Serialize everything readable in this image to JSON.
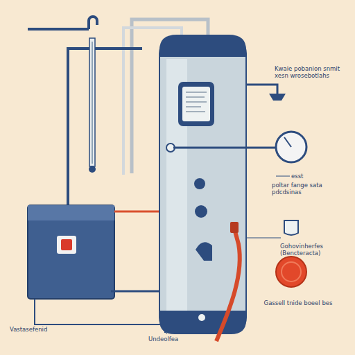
{
  "diagram": {
    "labels": [
      "Kwaie pobanion snmit xesn wrosebotlahs",
      "esst",
      "poltar fange sata pdcdsinas",
      "Gohovinherfes (Bencteracta)",
      "Gassell tnide boeel bes",
      "Vastasefenid",
      "Undeolfea"
    ]
  }
}
